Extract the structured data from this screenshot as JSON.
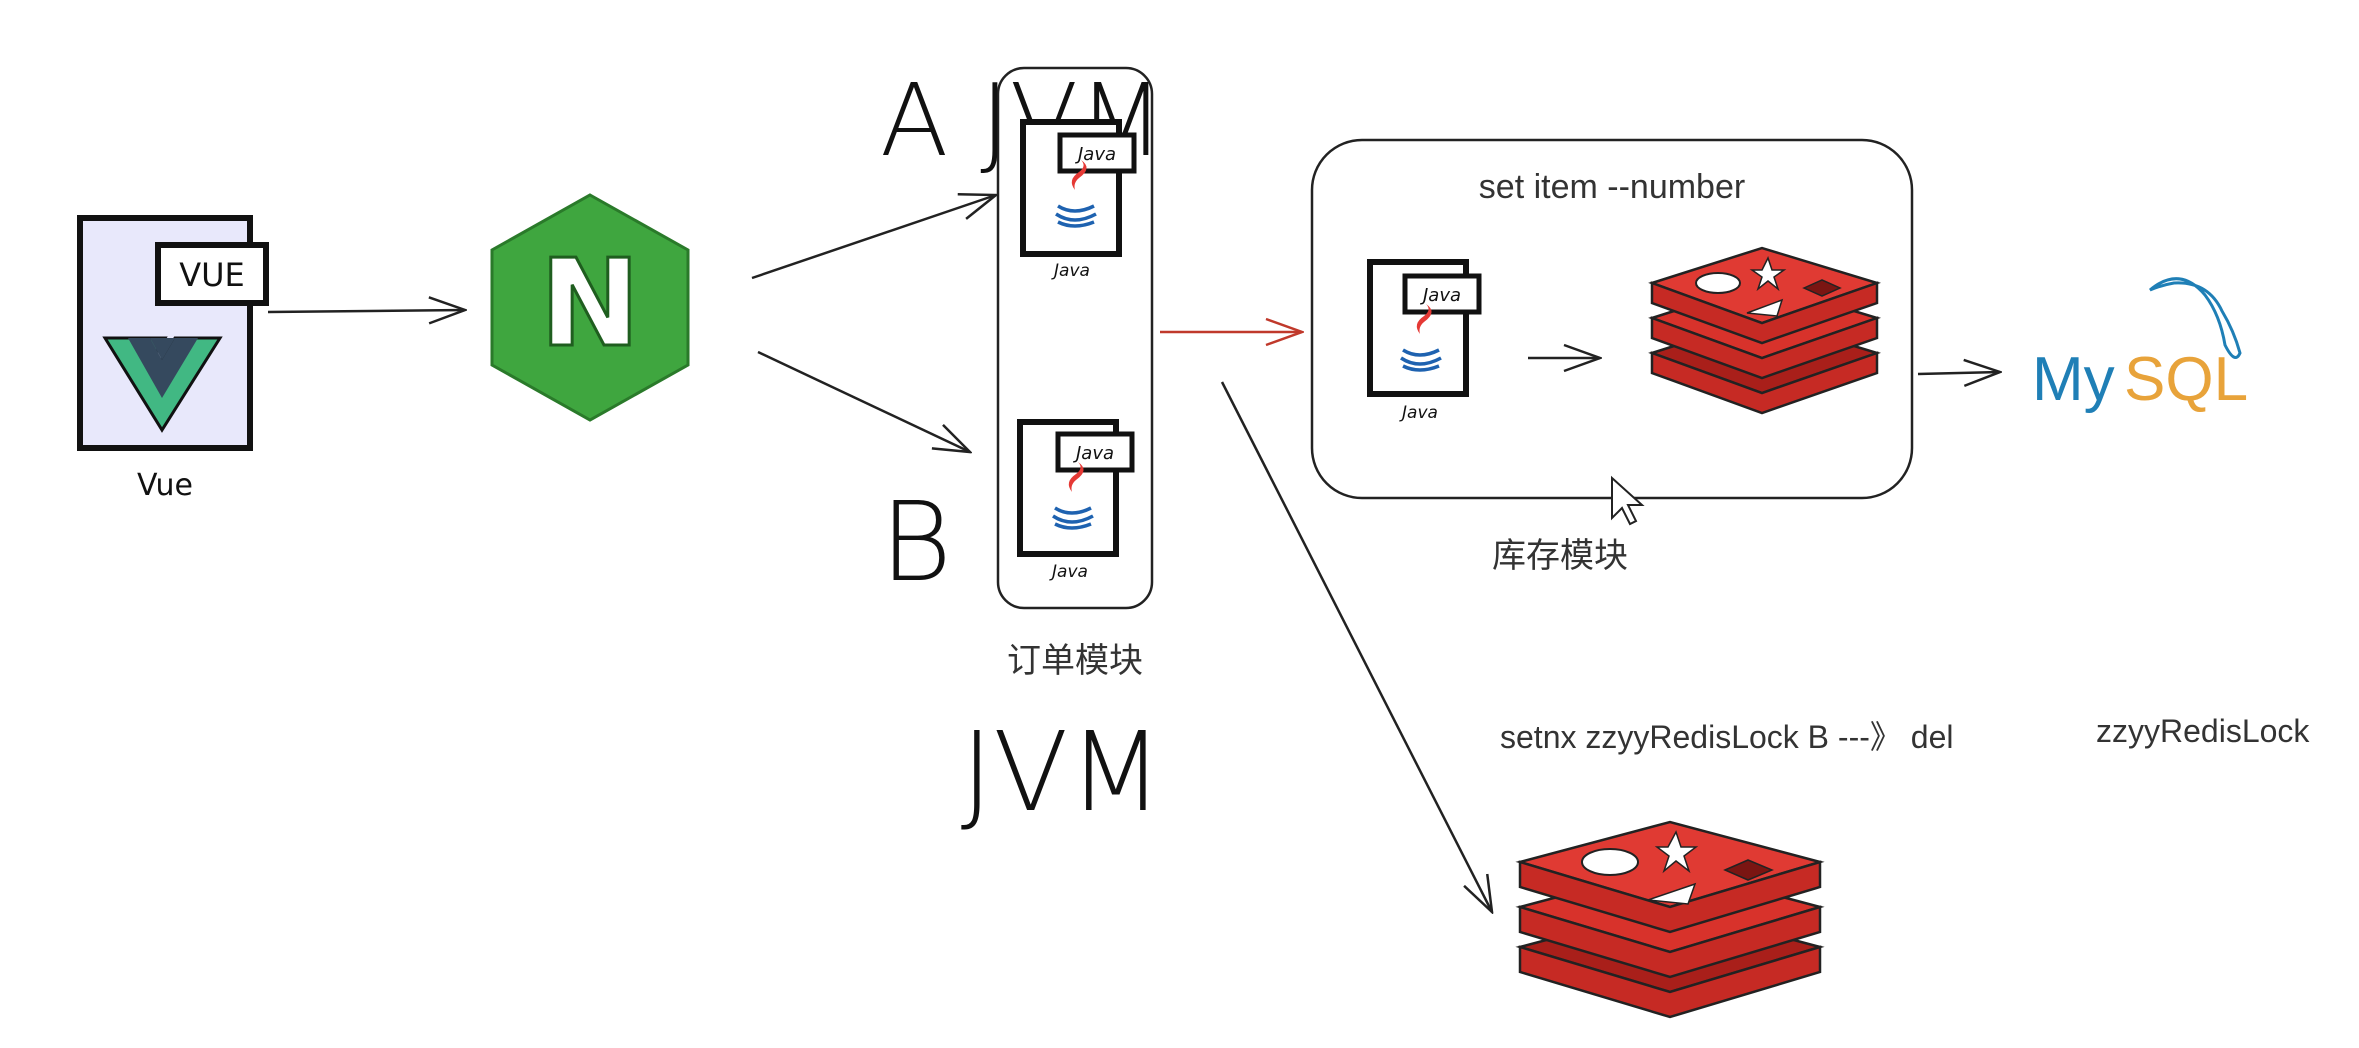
{
  "vue": {
    "badge": "VUE",
    "caption": "Vue"
  },
  "nginx": {
    "letter": "N"
  },
  "order_module": {
    "handwritten_top": "A JVM",
    "label_a": "A",
    "label_b": "B",
    "java_badge": "Java",
    "java_caption": "Java",
    "caption": "订单模块",
    "handwritten_bottom": "JVM"
  },
  "inventory_module": {
    "command": "set item --number",
    "java_badge": "Java",
    "java_caption": "Java",
    "caption": "库存模块"
  },
  "mysql": {
    "my": "My",
    "sql": "SQL"
  },
  "redis_lock": {
    "command": "setnx zzyyRedisLock B ---》  del",
    "key": "zzyyRedisLock"
  },
  "colors": {
    "vue_green": "#41b883",
    "vue_dark": "#35495e",
    "nginx_green": "#3fa63f",
    "redis_red": "#d22b26",
    "mysql_blue": "#1f7fb6",
    "mysql_orange": "#e8a33a",
    "red_arrow": "#c0392b"
  }
}
